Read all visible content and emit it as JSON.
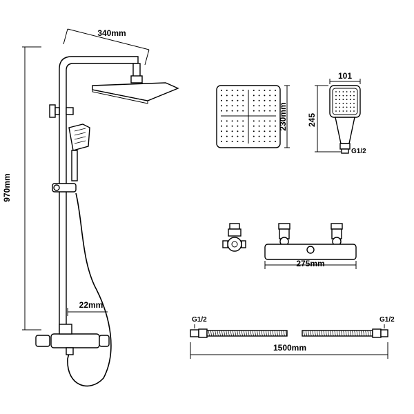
{
  "dimensions": {
    "head_arm_width": "340mm",
    "total_height": "970mm",
    "pipe_gap": "22mm",
    "head_size": "230mm",
    "hand_shower_width": "101",
    "hand_shower_height": "245",
    "hand_shower_thread": "G1/2",
    "mixer_width": "275mm",
    "hose_length": "1500mm",
    "hose_thread_left": "G1/2",
    "hose_thread_right": "G1/2"
  }
}
